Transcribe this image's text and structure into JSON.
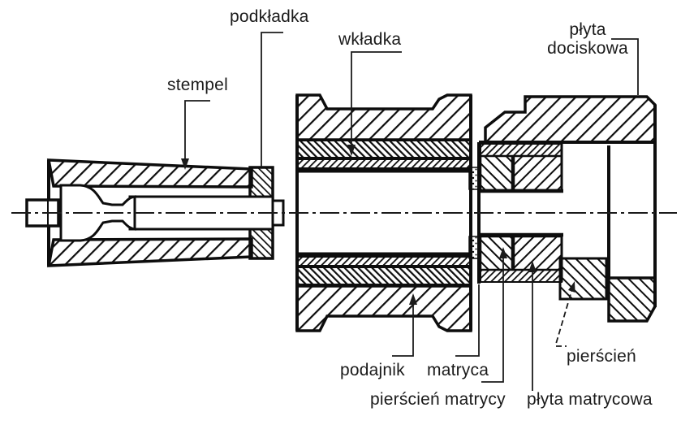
{
  "figure": {
    "type": "technical-cross-section-drawing",
    "language": "Polish"
  },
  "labels": {
    "stempel": "stempel",
    "podkladka": "podkładka",
    "wkladka": "wkładka",
    "plyta_dociskowa_1": "płyta",
    "plyta_dociskowa_2": "dociskowa",
    "podajnik": "podajnik",
    "matryca": "matryca",
    "pierscien_matrycy": "pierścień matrycy",
    "plyta_matrycowa": "płyta matrycowa",
    "pierscien": "pierścień"
  },
  "colors": {
    "ink": "#1b1b1b",
    "line": "#0d0d0d",
    "background": "#ffffff"
  }
}
